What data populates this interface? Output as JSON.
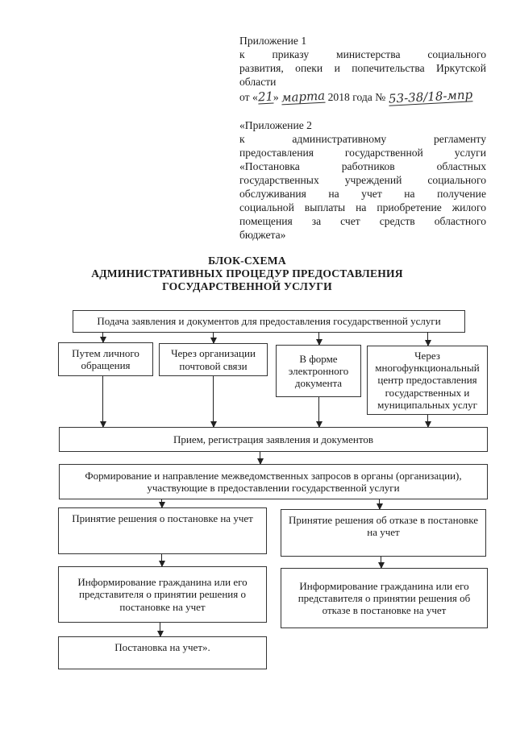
{
  "appendix1": {
    "line1": "Приложение 1",
    "body_lines": [
      "к приказу министерства социального",
      "развития, опеки и попечительства Иркутской"
    ],
    "body_last": "области",
    "date": {
      "prefix": "от «",
      "day": "21",
      "close_quote": "»",
      "month": "марта",
      "year_part": "2018 года №",
      "number": "53-38/18-мпр"
    }
  },
  "appendix2": {
    "line1": "«Приложение 2",
    "body_lines": [
      "к административному регламенту",
      "предоставления государственной услуги",
      "«Постановка работников областных",
      "государственных учреждений социального",
      "обслуживания на учет на получение",
      "социальной выплаты на приобретение жилого",
      "помещения за счет средств областного"
    ],
    "body_last": "бюджета»"
  },
  "title": {
    "line1": "БЛОК-СХЕМА",
    "line2": "АДМИНИСТРАТИВНЫХ ПРОЦЕДУР ПРЕДОСТАВЛЕНИЯ",
    "line3": "ГОСУДАРСТВЕННОЙ УСЛУГИ"
  },
  "flowchart": {
    "submit": "Подача заявления и документов для предоставления государственной услуги",
    "channel_personal": "Путем личного обращения",
    "channel_mail": "Через организации почтовой связи",
    "channel_electronic": "В форме электронного документа",
    "channel_mfc": "Через многофункциональный центр предоставления государственных и муниципальных услуг",
    "reception": "Прием, регистрация заявления и документов",
    "interagency": "Формирование и направление межведомственных запросов в органы (организации), участвующие в предоставлении государственной услуги",
    "decision_accept": "Принятие решения о постановке на учет",
    "decision_reject": "Принятие решения об отказе в постановке на учет",
    "inform_accept": "Информирование гражданина или его представителя о принятии решения о постановке на учет",
    "inform_reject": "Информирование гражданина или его представителя о принятии решения об отказе в постановке на учет",
    "registered": "Постановка на учет»."
  }
}
